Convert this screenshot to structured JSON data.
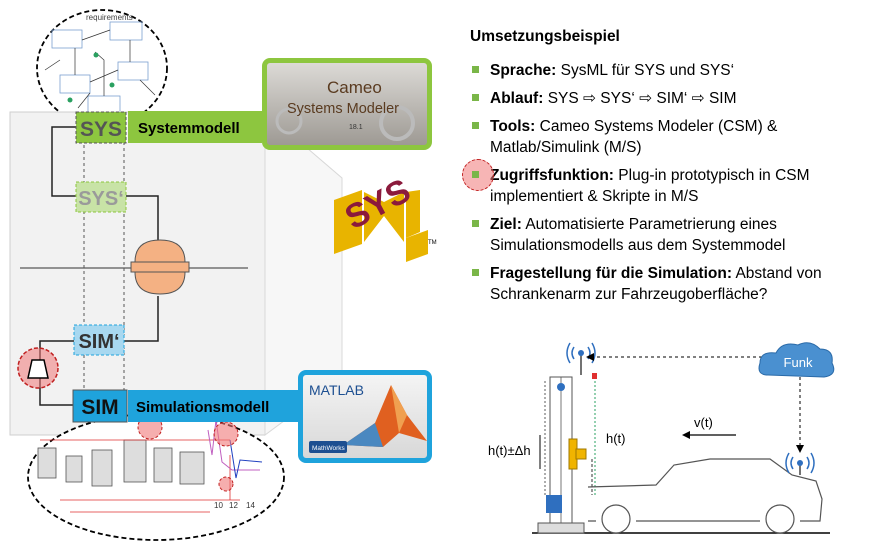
{
  "heading": "Umsetzungsbeispiel",
  "bullets": [
    {
      "bold": "Sprache:",
      "text": " SysML für SYS und SYS‘"
    },
    {
      "bold": "Ablauf:",
      "text": " SYS ⇨ SYS‘ ⇨ SIM‘ ⇨ SIM"
    },
    {
      "bold": "Tools:",
      "text": "  Cameo Systems Modeler (CSM) & Matlab/Simulink (M/S)"
    },
    {
      "bold": "Zugriffsfunktion:",
      "text": "  Plug-in prototypisch in CSM implementiert & Skripte in M/S"
    },
    {
      "bold": "Ziel:",
      "text": " Automatisierte Parametrierung eines Simulationsmodells aus dem Systemmodel"
    },
    {
      "bold": "Fragestellung für die Simulation:",
      "text": " Abstand von Schrankenarm zur Fahrzeugoberfläche?"
    }
  ],
  "model": {
    "sys": "SYS",
    "sys_prime": "SYS‘",
    "sim_prime": "SIM‘",
    "sim": "SIM",
    "systemmodell": "Systemmodell",
    "simulationsmodell": "Simulationsmodell",
    "requirements": "requirements"
  },
  "logos": {
    "cameo_line1": "Cameo",
    "cameo_line2": "Systems Modeler",
    "cameo_version": "18.1",
    "sysml_top": "SYS",
    "sysml_bottom": "ML",
    "tm": "TM",
    "matlab": "MATLAB",
    "mathworks": "MathWorks"
  },
  "scene": {
    "funk": "Funk",
    "vt": "v(t)",
    "ht": "h(t)",
    "ht_delta": "h(t)±Δh"
  },
  "sim_plot_ticks": [
    "10",
    "12",
    "14"
  ],
  "colors": {
    "green": "#8dc63f",
    "blue": "#1fa3dc",
    "orange": "#f4b183",
    "sysml_red": "#8b1a3c",
    "sysml_yellow": "#e8b400",
    "bullet_green": "#7ab648"
  }
}
